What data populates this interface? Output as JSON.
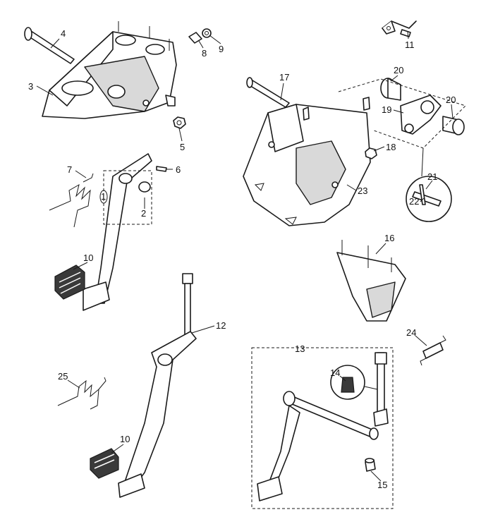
{
  "callouts": {
    "c1": "1",
    "c2": "2",
    "c3": "3",
    "c4": "4",
    "c5": "5",
    "c6": "6",
    "c7": "7",
    "c8": "8",
    "c9": "9",
    "c10a": "10",
    "c10b": "10",
    "c11": "11",
    "c12": "12",
    "c13": "13",
    "c14": "14",
    "c15": "15",
    "c16": "16",
    "c17": "17",
    "c18": "18",
    "c19": "19",
    "c20a": "20",
    "c20b": "20",
    "c21": "21",
    "c22": "22",
    "c23": "23",
    "c24": "24",
    "c25": "25"
  }
}
